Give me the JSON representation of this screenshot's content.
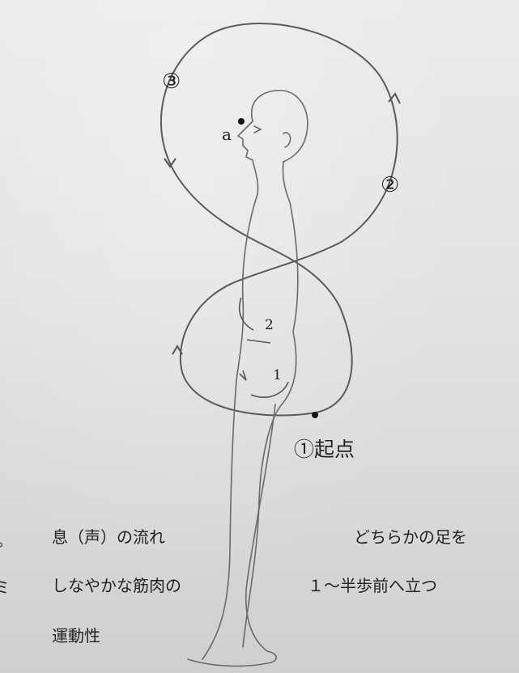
{
  "labels": {
    "circle_3": "③",
    "circle_2": "②",
    "point_a": "a",
    "flow_2": "2",
    "flow_1": "1",
    "start": "①起点"
  },
  "captions": {
    "breath_flow": "息（声）の流れ",
    "either_foot": "どちらかの足を",
    "supple_muscle": "しなやかな筋肉の",
    "half_step": "１～半歩前へ立つ",
    "mobility": "運動性"
  },
  "edge_fragments": {
    "top": "。",
    "bottom": "ミ"
  },
  "colors": {
    "paper": "#e4e4e4",
    "pencil": "#555555",
    "text": "#222222"
  }
}
